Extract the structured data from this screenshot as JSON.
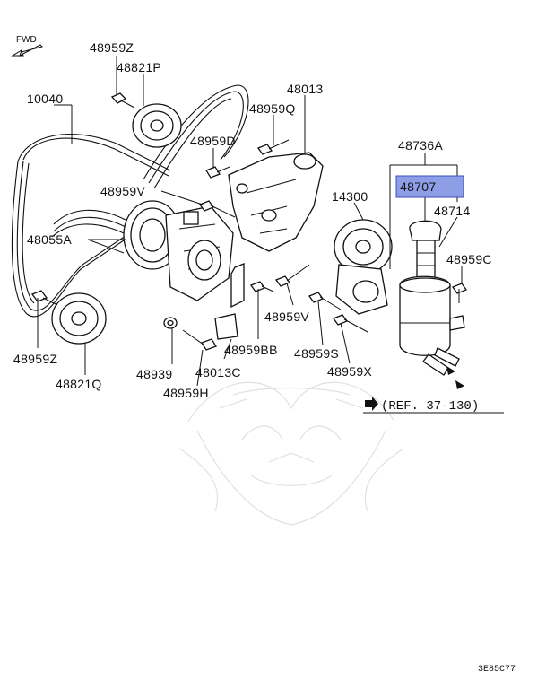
{
  "diagram": {
    "fwd_label": "FWD",
    "ref_label": "(REF. 37-130)",
    "code": "3E85C77",
    "highlight_color": "#8e9ee6",
    "parts": {
      "p48959Z_top": "48959Z",
      "p48821P": "48821P",
      "p10040": "10040",
      "p48013": "48013",
      "p48959Q": "48959Q",
      "p48959D": "48959D",
      "p48736A": "48736A",
      "p48707": "48707",
      "p48959V_left": "48959V",
      "p14300": "14300",
      "p48714": "48714",
      "p48055A": "48055A",
      "p48959C": "48959C",
      "p48959V_mid": "48959V",
      "p48959Z_bottom": "48959Z",
      "p48959BB": "48959BB",
      "p48959S": "48959S",
      "p48939": "48939",
      "p48013C": "48013C",
      "p48959X": "48959X",
      "p48821Q": "48821Q",
      "p48959H": "48959H"
    }
  }
}
